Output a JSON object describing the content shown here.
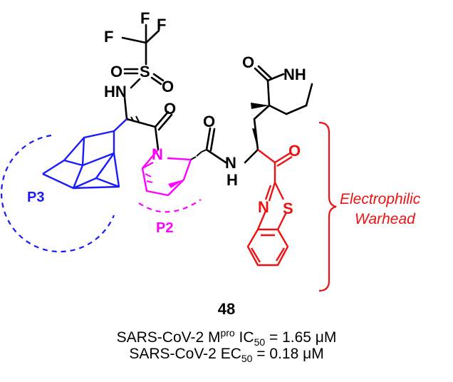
{
  "atoms": {
    "F_top": "F",
    "F_left": "F",
    "F_right": "F",
    "S_sulfonyl": "S",
    "O_sulfonyl_left": "O",
    "O_sulfonyl_right": "O",
    "HN_sulfonamide": "HN",
    "O_amide1": "O",
    "N_bicyclic": "N",
    "O_amide2": "O",
    "N_amide2": "N",
    "H_amide2": "H",
    "O_lactam": "O",
    "NH_lactam": "NH",
    "O_ketone": "O",
    "N_thiazole": "N",
    "S_thiazole": "S"
  },
  "labels": {
    "p3": "P3",
    "p2": "P2",
    "warhead_line1": "Electrophilic",
    "warhead_line2": "Warhead"
  },
  "caption": {
    "compound": "48",
    "line1_prefix": "SARS-CoV-2 M",
    "line1_sup": "pro",
    "line1_mid": " IC",
    "line1_sub": "50",
    "line1_value": " = 1.65 μM",
    "line2_prefix": "SARS-CoV-2 EC",
    "line2_sub": "50",
    "line2_value": " = 0.18 μM"
  },
  "colors": {
    "black": "#000000",
    "adamantane": "#1a1aff",
    "bicyclic": "#ff00ff",
    "warhead": "#ee1111"
  }
}
